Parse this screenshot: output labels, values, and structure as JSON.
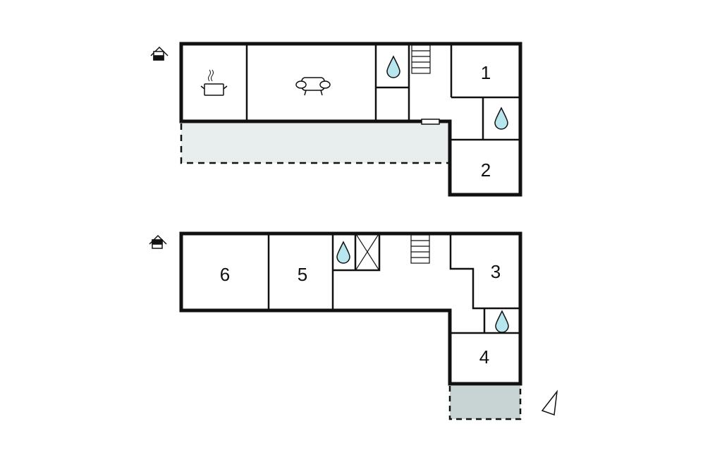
{
  "floors": [
    {
      "name": "upper-floor",
      "rooms": [
        {
          "label": "1"
        },
        {
          "label": "2"
        }
      ],
      "terrace_color": "#e8eded"
    },
    {
      "name": "lower-floor",
      "rooms": [
        {
          "label": "3"
        },
        {
          "label": "4"
        },
        {
          "label": "5"
        },
        {
          "label": "6"
        }
      ],
      "balcony_color": "#c8d4d4"
    }
  ],
  "icons": [
    "house-entrance-icon",
    "cooking-pot-icon",
    "sofa-icon",
    "water-drop-icon",
    "stairs-icon",
    "north-arrow-icon"
  ],
  "colors": {
    "wall": "#111111",
    "water": "#b7e6ee"
  }
}
